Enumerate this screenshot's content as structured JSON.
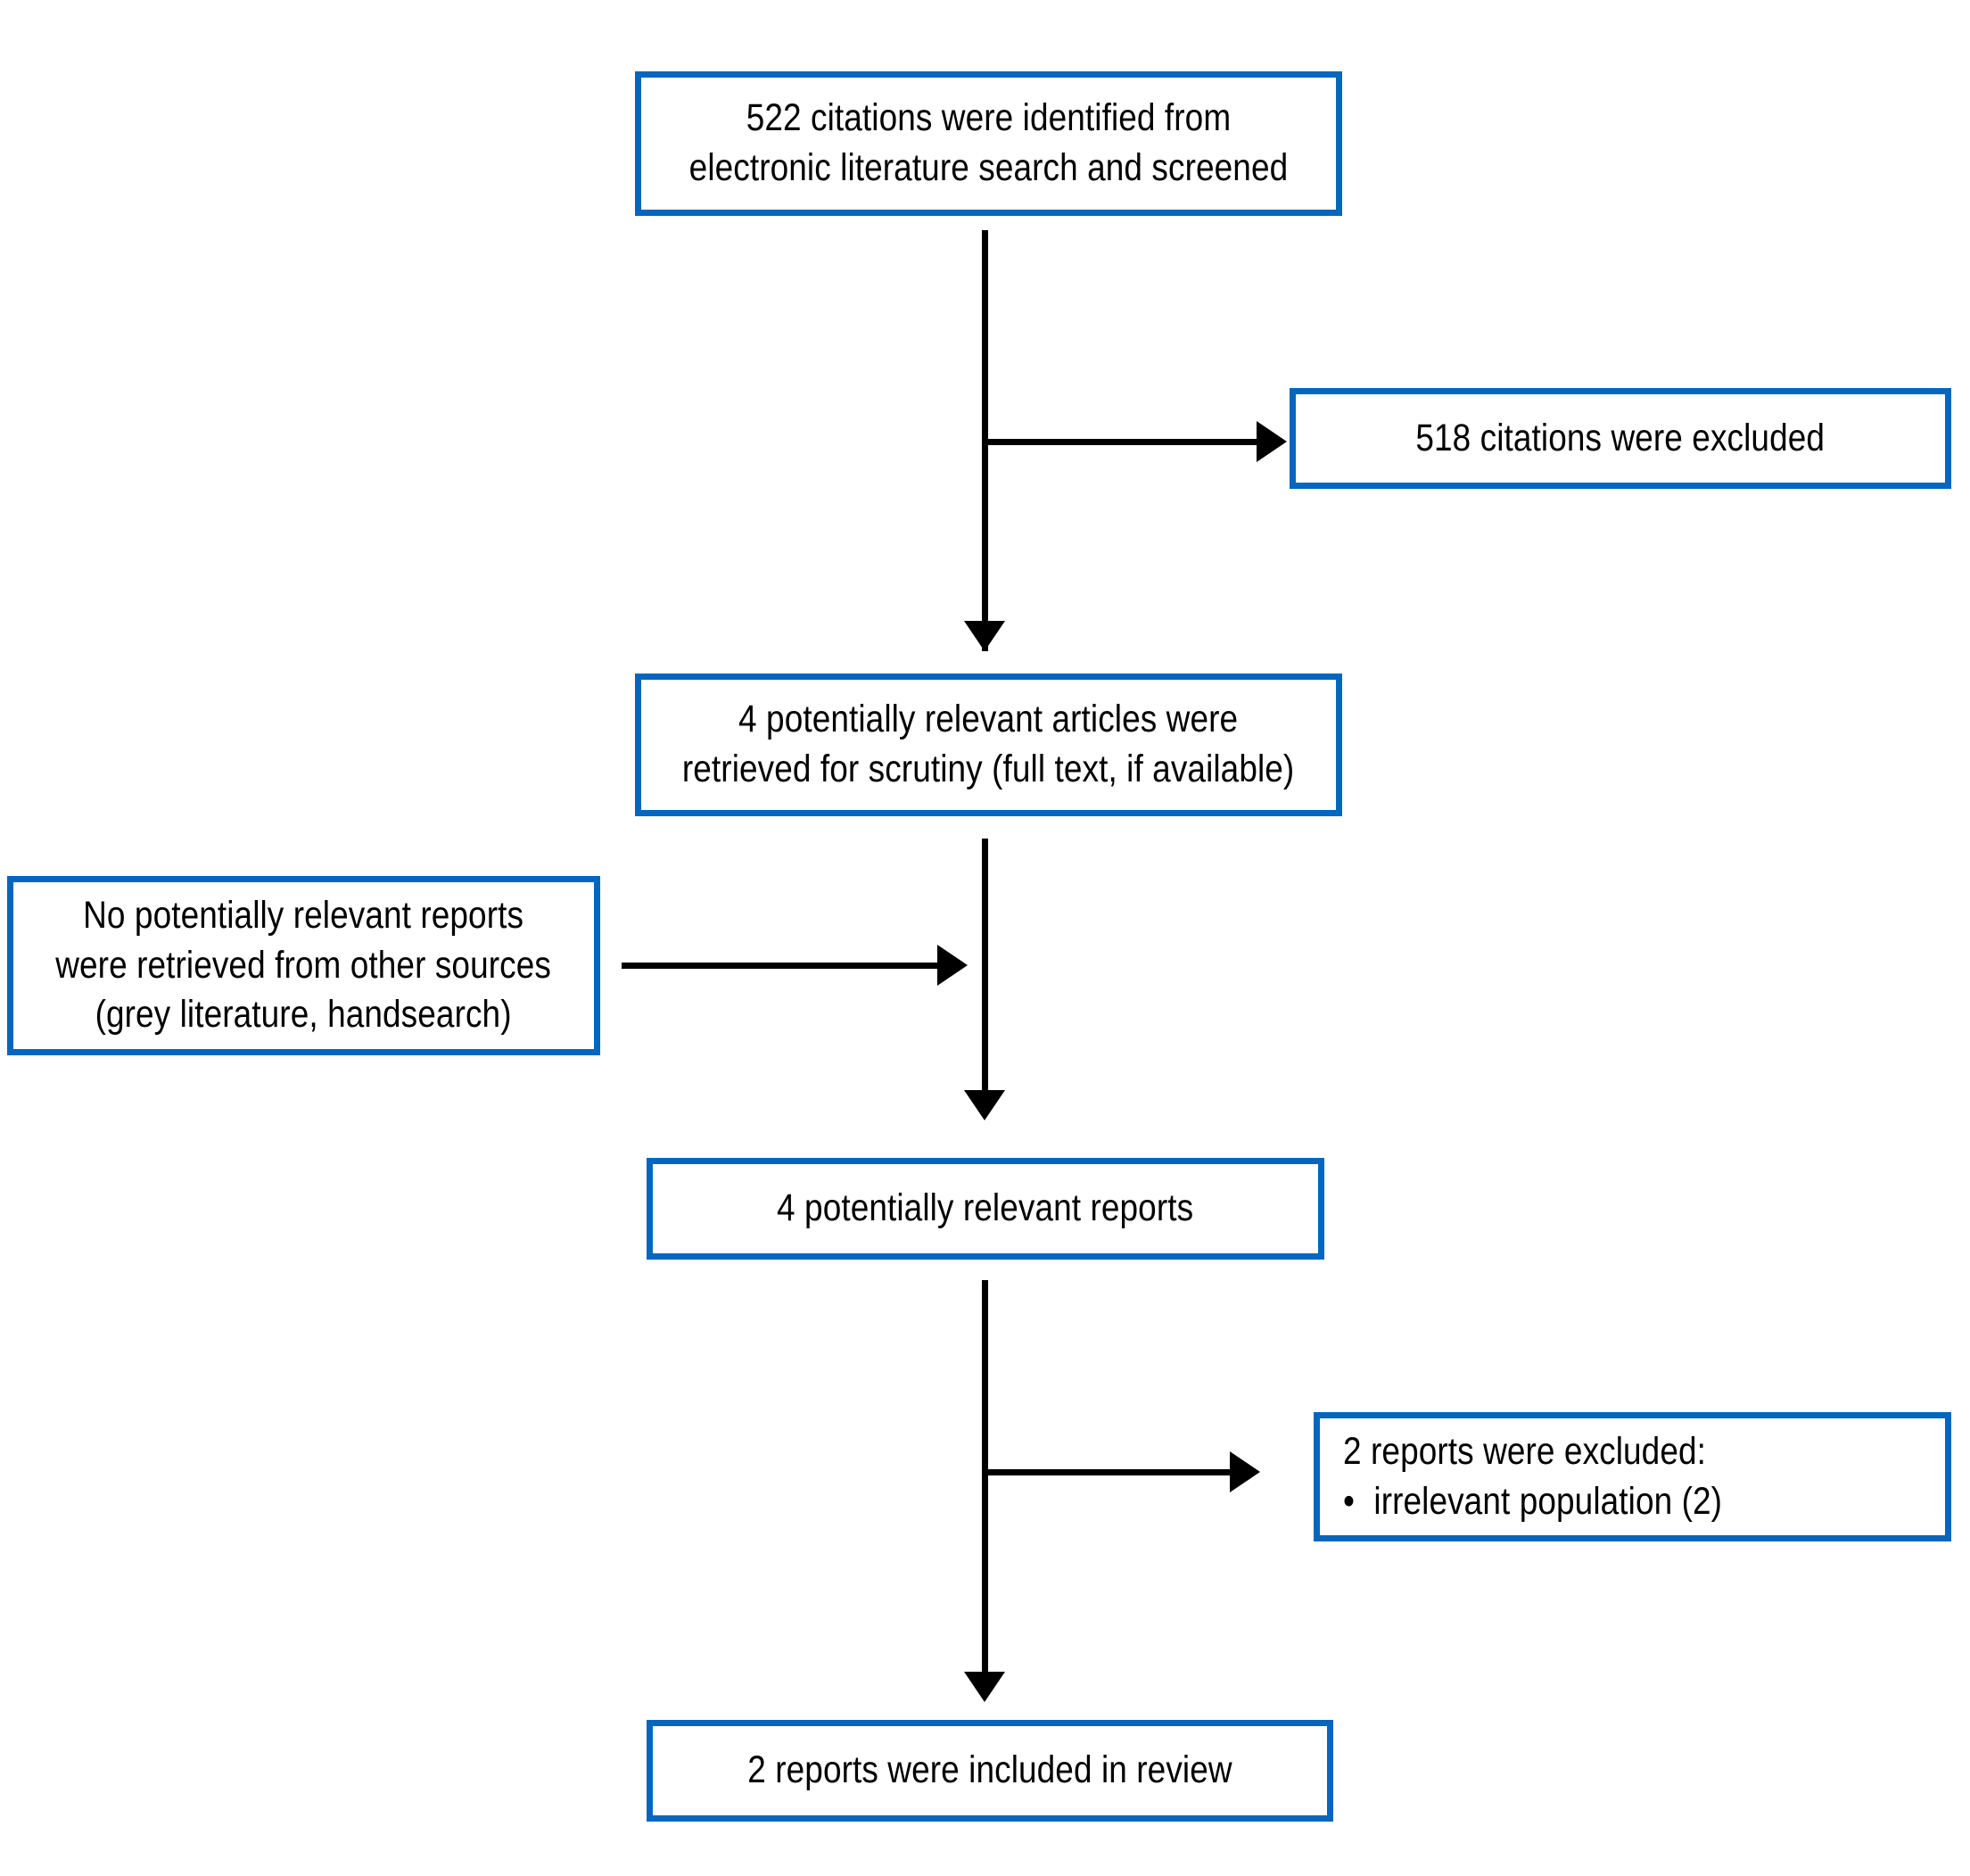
{
  "diagram": {
    "type": "prisma-study-flow-diagram",
    "accent_color": "#0466be",
    "line_color": "#000000",
    "background_color": "#ffffff",
    "nodes": {
      "identified": {
        "line1": "522 citations were identified from",
        "line2": "electronic literature search and screened"
      },
      "excluded_citations": {
        "line1": "518 citations were excluded"
      },
      "retrieved": {
        "line1": "4 potentially relevant articles were",
        "line2": "retrieved for scrutiny (full text, if available)"
      },
      "other_sources": {
        "line1": "No potentially relevant reports",
        "line2": "were retrieved from other sources",
        "line3": "(grey literature, handsearch)"
      },
      "relevant_reports": {
        "line1": "4 potentially relevant reports"
      },
      "excluded_reports": {
        "line1": "2 reports were excluded:",
        "bullet_marker": "•",
        "bullet1": "irrelevant population (2)"
      },
      "included": {
        "line1": "2 reports were included in review"
      }
    },
    "connectors": [
      {
        "name": "identified-to-retrieved",
        "kind": "arrow-down"
      },
      {
        "name": "identified-to-excluded-citations",
        "kind": "arrow-right"
      },
      {
        "name": "retrieved-to-relevant-reports",
        "kind": "arrow-down"
      },
      {
        "name": "other-sources-to-spine",
        "kind": "arrow-right"
      },
      {
        "name": "relevant-reports-to-included",
        "kind": "arrow-down"
      },
      {
        "name": "relevant-reports-to-excluded-reports",
        "kind": "arrow-right"
      }
    ]
  }
}
